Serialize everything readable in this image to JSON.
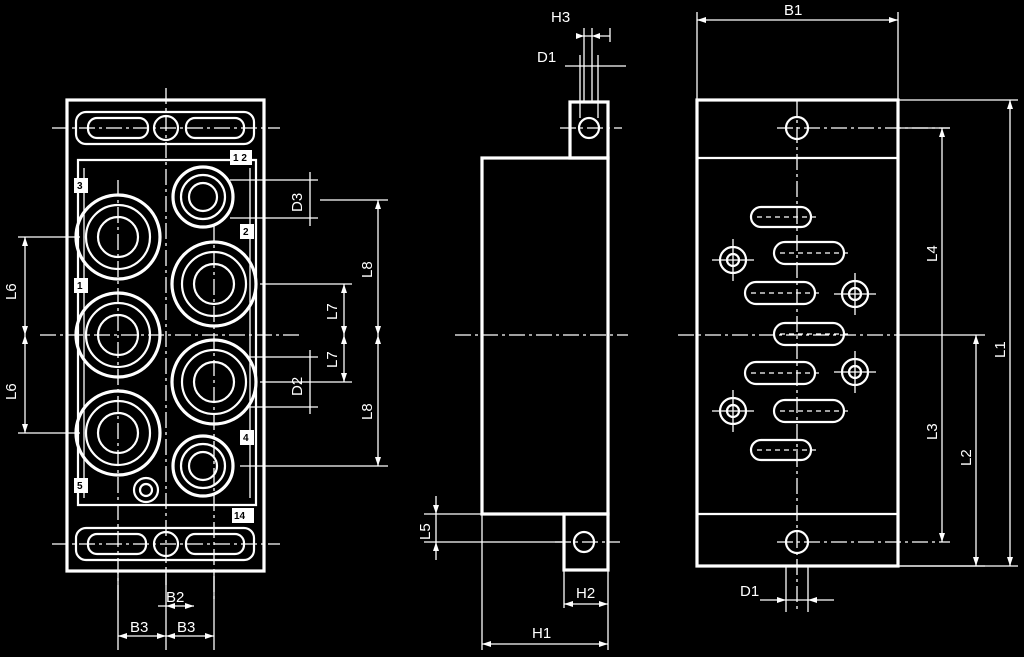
{
  "dimensions": {
    "front": {
      "L6_upper": "L6",
      "L6_lower": "L6",
      "B3_left": "B3",
      "B3_right": "B3",
      "B2": "B2"
    },
    "body": {
      "D3": "D3",
      "D2": "D2",
      "L7_upper": "L7",
      "L7_lower": "L7",
      "L8_upper": "L8",
      "L8_lower": "L8"
    },
    "side": {
      "H3": "H3",
      "D1": "D1",
      "L5": "L5",
      "H2": "H2",
      "H1": "H1"
    },
    "top": {
      "B1": "B1",
      "L4": "L4",
      "L3": "L3",
      "L2": "L2",
      "L1": "L1",
      "D1": "D1"
    }
  },
  "port_labels": {
    "p12": "1 2",
    "p3": "3",
    "p2": "2",
    "p1": "1",
    "p4": "4",
    "p5": "5",
    "p14": "14"
  }
}
